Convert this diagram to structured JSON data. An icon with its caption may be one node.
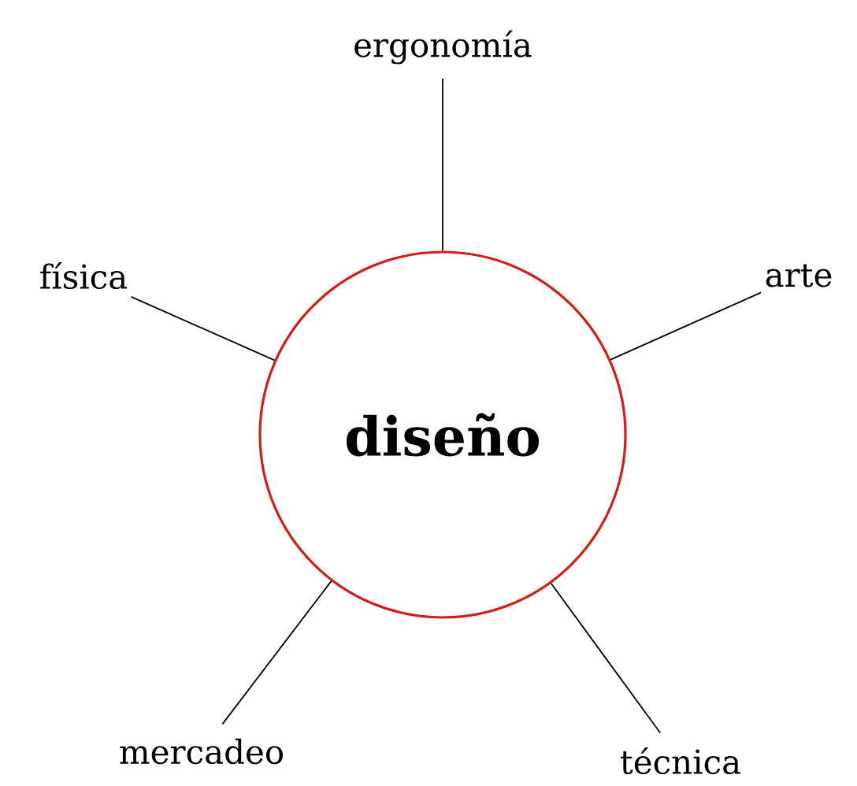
{
  "diagram": {
    "nodes": [
      {
        "text": [
          "diseño"
        ]
      },
      {
        "text": [
          "ergonomía"
        ]
      },
      {
        "text": [
          "física"
        ]
      },
      {
        "text": [
          "arte"
        ]
      },
      {
        "text": [
          "mercadeo"
        ]
      },
      {
        "text": [
          "técnica"
        ]
      }
    ],
    "edges": [
      {
        "from": 0,
        "to": 1,
        "arrow": "none"
      },
      {
        "from": 0,
        "to": 2,
        "arrow": "none"
      },
      {
        "from": 0,
        "to": 3,
        "arrow": "none"
      },
      {
        "from": 0,
        "to": 4,
        "arrow": "none"
      },
      {
        "from": 0,
        "to": 5,
        "arrow": "none"
      }
    ]
  }
}
